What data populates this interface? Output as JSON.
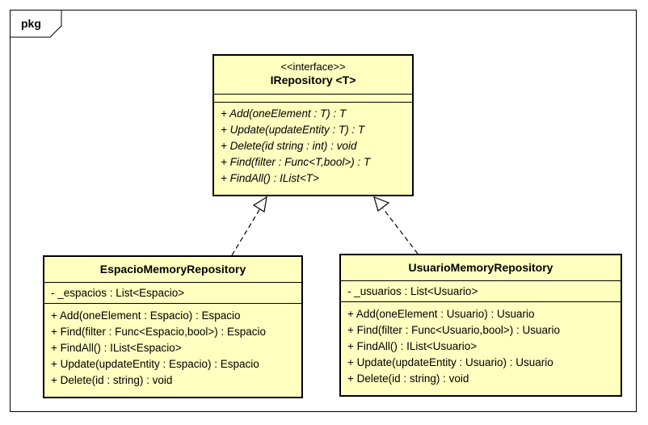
{
  "package": {
    "label": "pkg"
  },
  "interface": {
    "stereotype": "<<interface>>",
    "name": "IRepository <T>",
    "operations": [
      "+ Add(oneElement : T) : T",
      "+ Update(updateEntity : T) : T",
      "+ Delete(id string : int) : void",
      "+ Find(filter : Func<T,bool>) : T",
      "+ FindAll() : IList<T>"
    ]
  },
  "classes": [
    {
      "name": "EspacioMemoryRepository",
      "attributes": [
        "- _espacios : List<Espacio>"
      ],
      "operations": [
        "+ Add(oneElement : Espacio) : Espacio",
        "+ Find(filter : Func<Espacio,bool>) : Espacio",
        "+ FindAll() : IList<Espacio>",
        "+ Update(updateEntity : Espacio) : Espacio",
        "+ Delete(id : string) : void"
      ]
    },
    {
      "name": "UsuarioMemoryRepository",
      "attributes": [
        "- _usuarios : List<Usuario>"
      ],
      "operations": [
        "+ Add(oneElement : Usuario) : Usuario",
        "+ Find(filter : Func<Usuario,bool>) : Usuario",
        "+ FindAll() : IList<Usuario>",
        "+ Update(updateEntity : Usuario) : Usuario",
        "+ Delete(id : string) : void"
      ]
    }
  ],
  "relations": [
    {
      "type": "realization",
      "from": "EspacioMemoryRepository",
      "to": "IRepository <T>"
    },
    {
      "type": "realization",
      "from": "UsuarioMemoryRepository",
      "to": "IRepository <T>"
    }
  ],
  "colors": {
    "class_fill": "#ffffc0",
    "line": "#000000",
    "background": "#ffffff"
  }
}
